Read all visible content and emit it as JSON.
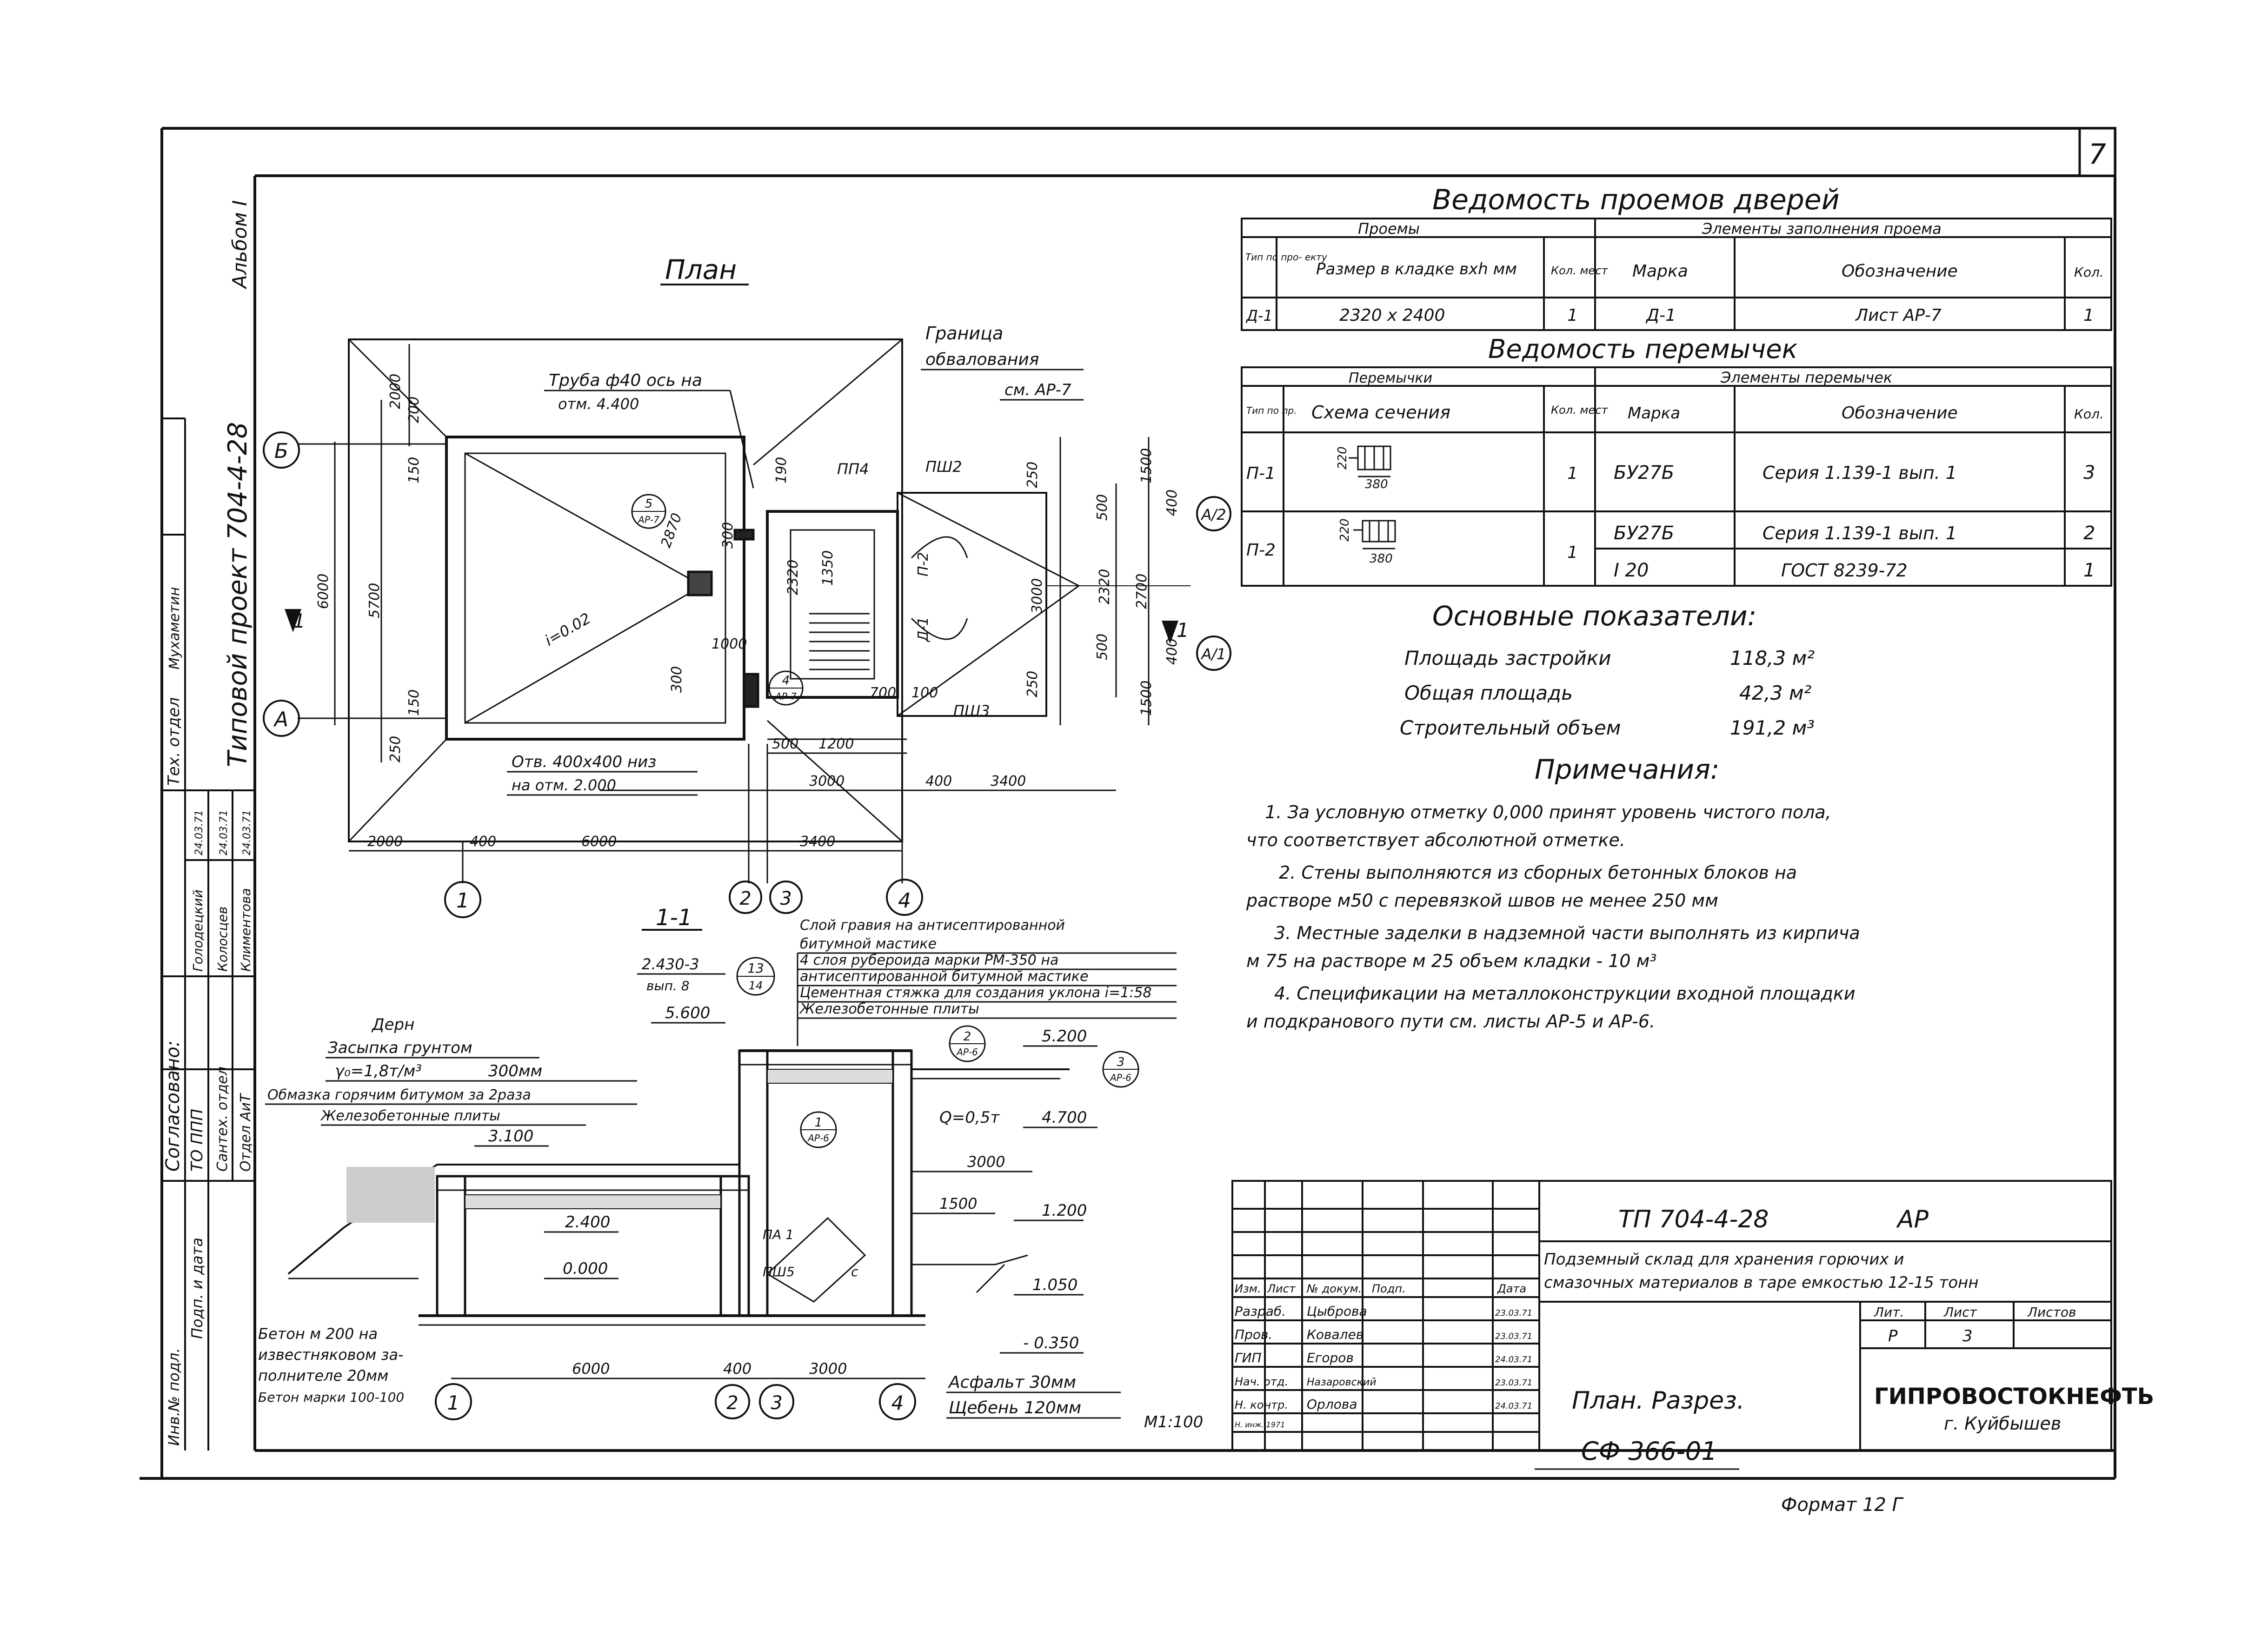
{
  "sheet_number": "7",
  "album": "Альбом I",
  "project_vertical": "Типовой проект 704-4-28",
  "plan": {
    "title": "План",
    "axes": {
      "a": "А",
      "b": "Б",
      "n1": "1",
      "n2": "2",
      "n3": "3",
      "n4": "4"
    },
    "section_marks": {
      "left": "1",
      "right": "1",
      "detail_a2": "А/2",
      "detail_a1": "А/1"
    },
    "callouts": {
      "pipe_l1": "Труба ф40 ось на",
      "pipe_l2": "отм. 4.400",
      "boundary_l1": "Граница",
      "boundary_l2": "обвалования",
      "see_ar7": "см. АР-7",
      "opening_l1": "Отв. 400х400 низ",
      "opening_l2": "на отм. 2.000",
      "pp4": "ПП4",
      "psh2": "ПШ2",
      "psh3": "ПШ3",
      "p2": "П-2",
      "d1": "Д-1",
      "slope": "i=0.02",
      "ref5_top": "5",
      "ref5_bot": "АР-7",
      "ref4_top": "4",
      "ref4_bot": "АР-7"
    },
    "dims": {
      "d6000v": "6000",
      "d5700": "5700",
      "d2000v": "2000",
      "d200": "200",
      "d150a": "150",
      "d150b": "150",
      "d250": "250",
      "d2870": "2870",
      "d300a": "300",
      "d190": "190",
      "d2320a": "2320",
      "d1350": "1350",
      "d1000": "1000",
      "d300b": "300",
      "d250b": "250",
      "d3000": "3000",
      "d250c": "250",
      "d1500a": "1500",
      "d400a": "400",
      "d500a": "500",
      "d2320b": "2320",
      "d2700": "2700",
      "d500b": "500",
      "d1500b": "1500",
      "d400b": "400",
      "d700": "700",
      "d100": "100",
      "d500c": "500",
      "d1200": "1200",
      "d3000h": "3000",
      "d400c": "400",
      "d3400h": "3400",
      "b2000": "2000",
      "b400": "400",
      "b6000": "6000",
      "b3400": "3400"
    }
  },
  "section": {
    "title": "1-1",
    "ref_node": "2.430-3",
    "ref_node_sub": "вып. 8",
    "ref13_top": "13",
    "ref13_bot": "14",
    "ref2_top": "2",
    "ref2_bot": "АР-6",
    "ref3_top": "3",
    "ref3_bot": "АР-6",
    "ref1_top": "1",
    "ref1_bot": "АР-6",
    "layers": [
      "Слой гравия на антисептированной",
      "битумной мастике",
      "4 слоя рубероида марки РМ-350 на",
      "антисептированной битумной мастике",
      "Цементная стяжка для создания уклона i=1:58",
      "Железобетонные плиты"
    ],
    "left_notes": [
      "Дерн",
      "Засыпка грунтом",
      "γ₀=1,8т/м³",
      "300мм",
      "Обмазка горячим битумом за 2раза",
      "Железобетонные плиты"
    ],
    "bottom_notes": [
      "Бетон м 200 на",
      "известняковом за-",
      "полнителе 20мм",
      "Бетон марки 100-100"
    ],
    "asphalt": [
      "Асфальт 30мм",
      "Щебень 120мм"
    ],
    "marks": {
      "m5600": "5.600",
      "m3100": "3.100",
      "m2400": "2.400",
      "m0000": "0.000",
      "m5200": "5.200",
      "m4700": "4.700",
      "m1200": "1.200",
      "m1050": "1.050",
      "mneg0350": "- 0.350",
      "q": "Q=0,5т"
    },
    "labels": {
      "pa1": "ПА 1",
      "psh5": "ПШ5",
      "c": "с"
    },
    "dims": {
      "d3000a": "3000",
      "d1500": "1500",
      "b6000": "6000",
      "b400": "400",
      "b3000": "3000"
    },
    "axes": {
      "n1": "1",
      "n2": "2",
      "n3": "3",
      "n4": "4"
    },
    "scale": "М1:100"
  },
  "doors_table": {
    "title": "Ведомость проемов дверей",
    "group_left": "Проемы",
    "group_right": "Элементы заполнения проема",
    "headers": [
      "Тип по про- екту",
      "Размер в кладке вхh мм",
      "Кол. мест",
      "Марка",
      "Обозначение",
      "Кол."
    ],
    "rows": [
      [
        "Д-1",
        "2320 х 2400",
        "1",
        "Д-1",
        "Лист АР-7",
        "1"
      ]
    ]
  },
  "lintel_table": {
    "title": "Ведомость перемычек",
    "group_left": "Перемычки",
    "group_right": "Элементы перемычек",
    "headers": [
      "Тип по пр.",
      "Схема сечения",
      "Кол. мест",
      "Марка",
      "Обозначение",
      "Кол."
    ],
    "rows": [
      {
        "type": "П-1",
        "h": "220",
        "w": "380",
        "count": "1",
        "items": [
          {
            "mark": "БУ27Б",
            "desig": "Серия 1.139-1 вып. 1",
            "qty": "3"
          }
        ]
      },
      {
        "type": "П-2",
        "h": "220",
        "w": "380",
        "count": "1",
        "items": [
          {
            "mark": "БУ27Б",
            "desig": "Серия 1.139-1 вып. 1",
            "qty": "2"
          },
          {
            "mark": "I 20",
            "desig": "ГОСТ 8239-72",
            "qty": "1"
          }
        ]
      }
    ]
  },
  "indicators": {
    "title": "Основные показатели:",
    "rows": [
      {
        "label": "Площадь застройки",
        "value": "118,3 м²"
      },
      {
        "label": "Общая площадь",
        "value": "42,3 м²"
      },
      {
        "label": "Строительный объем",
        "value": "191,2 м³"
      }
    ]
  },
  "notes": {
    "title": "Примечания:",
    "lines": [
      "1. За условную отметку 0,000 принят уровень чистого пола,",
      "что соответствует абсолютной отметке.",
      "2. Стены выполняются из сборных бетонных блоков на",
      "растворе м50 с перевязкой швов не менее 250 мм",
      "3. Местные заделки в надземной части выполнять из кирпича",
      "м 75 на растворе м 25 объем кладки - 10 м³",
      "4. Спецификации на металлоконструкции входной площадки",
      "и подкранового пути см. листы АР-5 и АР-6."
    ]
  },
  "stamp": {
    "code": "ТП 704-4-28",
    "mark": "АР",
    "desc_1": "Подземный склад для хранения горючих и",
    "desc_2": "смазочных материалов в таре емкостью 12-15 тонн",
    "header_cells": [
      "Изм.",
      "Лист",
      "№ докум.",
      "Подп.",
      "Дата"
    ],
    "people": [
      {
        "role": "Разраб.",
        "name": "Цыброва",
        "date": "23.03.71"
      },
      {
        "role": "Пров.",
        "name": "Ковалев",
        "date": "23.03.71"
      },
      {
        "role": "ГИП",
        "name": "Егоров",
        "date": "24.03.71"
      },
      {
        "role": "Нач. отд.",
        "name": "Назаровский",
        "date": "23.03.71"
      },
      {
        "role": "Н. контр.",
        "name": "Орлова",
        "date": "24.03.71"
      }
    ],
    "last_row": "Н. инж. 1971",
    "stage_label": "Лит.",
    "sheet_label": "Лист",
    "sheets_label": "Листов",
    "stage": "Р",
    "sheet": "3",
    "sheets": "",
    "drawing_name": "План. Разрез.",
    "org": "ГИПРОВОСТОКНЕФТЬ",
    "city": "г. Куйбышев"
  },
  "approval": {
    "title": "Согласовано:",
    "rows": [
      {
        "dept": "ТО ППП",
        "name": "Голодецкий",
        "date": "24.03.71"
      },
      {
        "dept": "Сантех. отдел",
        "name": "Колосцев",
        "date": "24.03.71"
      },
      {
        "dept": "Отдел АиТ",
        "name": "Климентова",
        "date": "24.03.71"
      }
    ],
    "tech_dept": "Тех. отдел",
    "tech_name": "Мухаметин",
    "inv": "Инв.№ подл.",
    "sign_date": "Подп. и дата"
  },
  "code_bottom": "СФ 366-01",
  "format": "Формат 12 Г"
}
